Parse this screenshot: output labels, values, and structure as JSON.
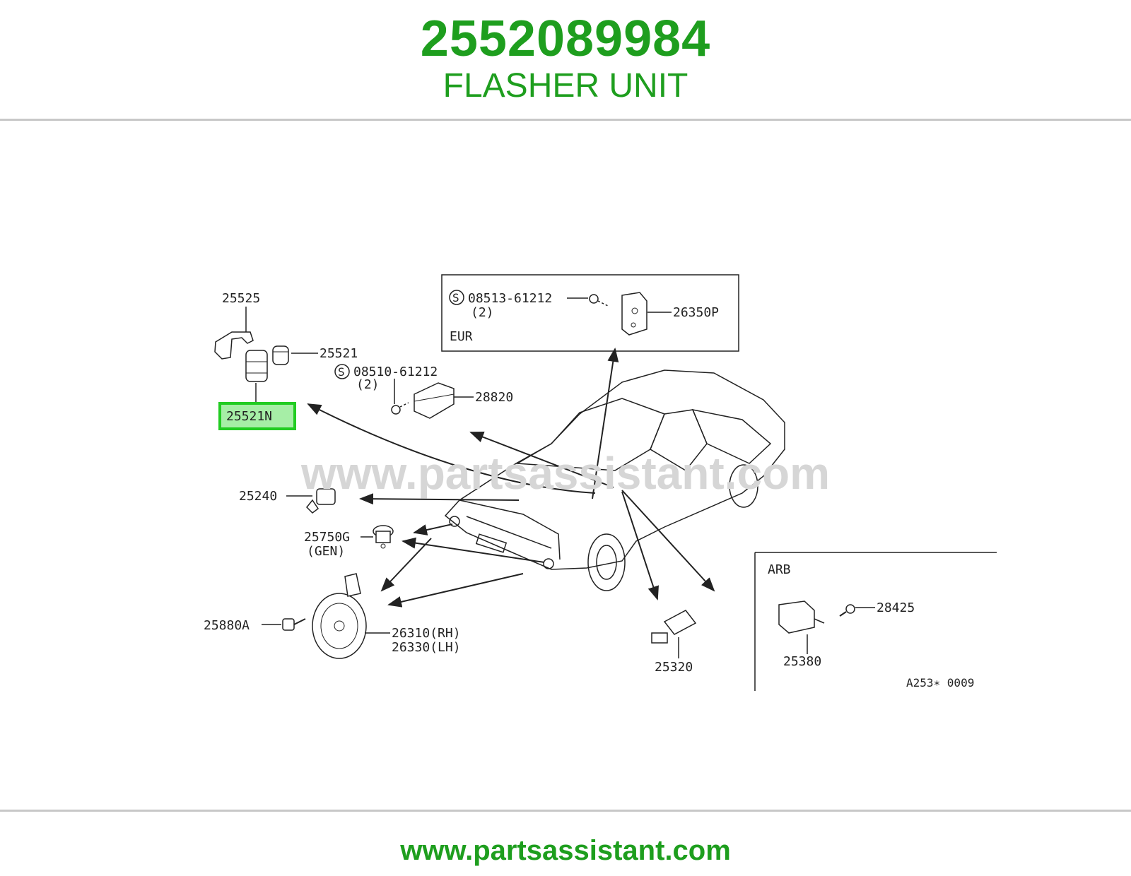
{
  "header": {
    "part_number": "2552089984",
    "part_name": "FLASHER UNIT"
  },
  "diagram": {
    "watermark": "www.partsassistant.com",
    "figure_code": "A253∗ 0009",
    "highlight_color": "#22cc22",
    "inset_eur": {
      "label": "EUR",
      "screw_code": "08513-61212",
      "screw_qty": "(2)",
      "part": "26350P",
      "s_symbol": "S"
    },
    "inset_arb": {
      "label": "ARB",
      "parts": [
        "28425",
        "25380"
      ]
    },
    "labels": {
      "p25525": "25525",
      "p25521": "25521",
      "p25521N": "25521N",
      "screw2_code": "08510-61212",
      "screw2_qty": "(2)",
      "s_symbol": "S",
      "p28820": "28820",
      "p25240": "25240",
      "p25750G": "25750G",
      "p25750G_note": "(GEN)",
      "p25880A": "25880A",
      "p26310": "26310(RH)",
      "p26330": "26330(LH)",
      "p25320": "25320"
    }
  },
  "footer": {
    "url": "www.partsassistant.com"
  }
}
